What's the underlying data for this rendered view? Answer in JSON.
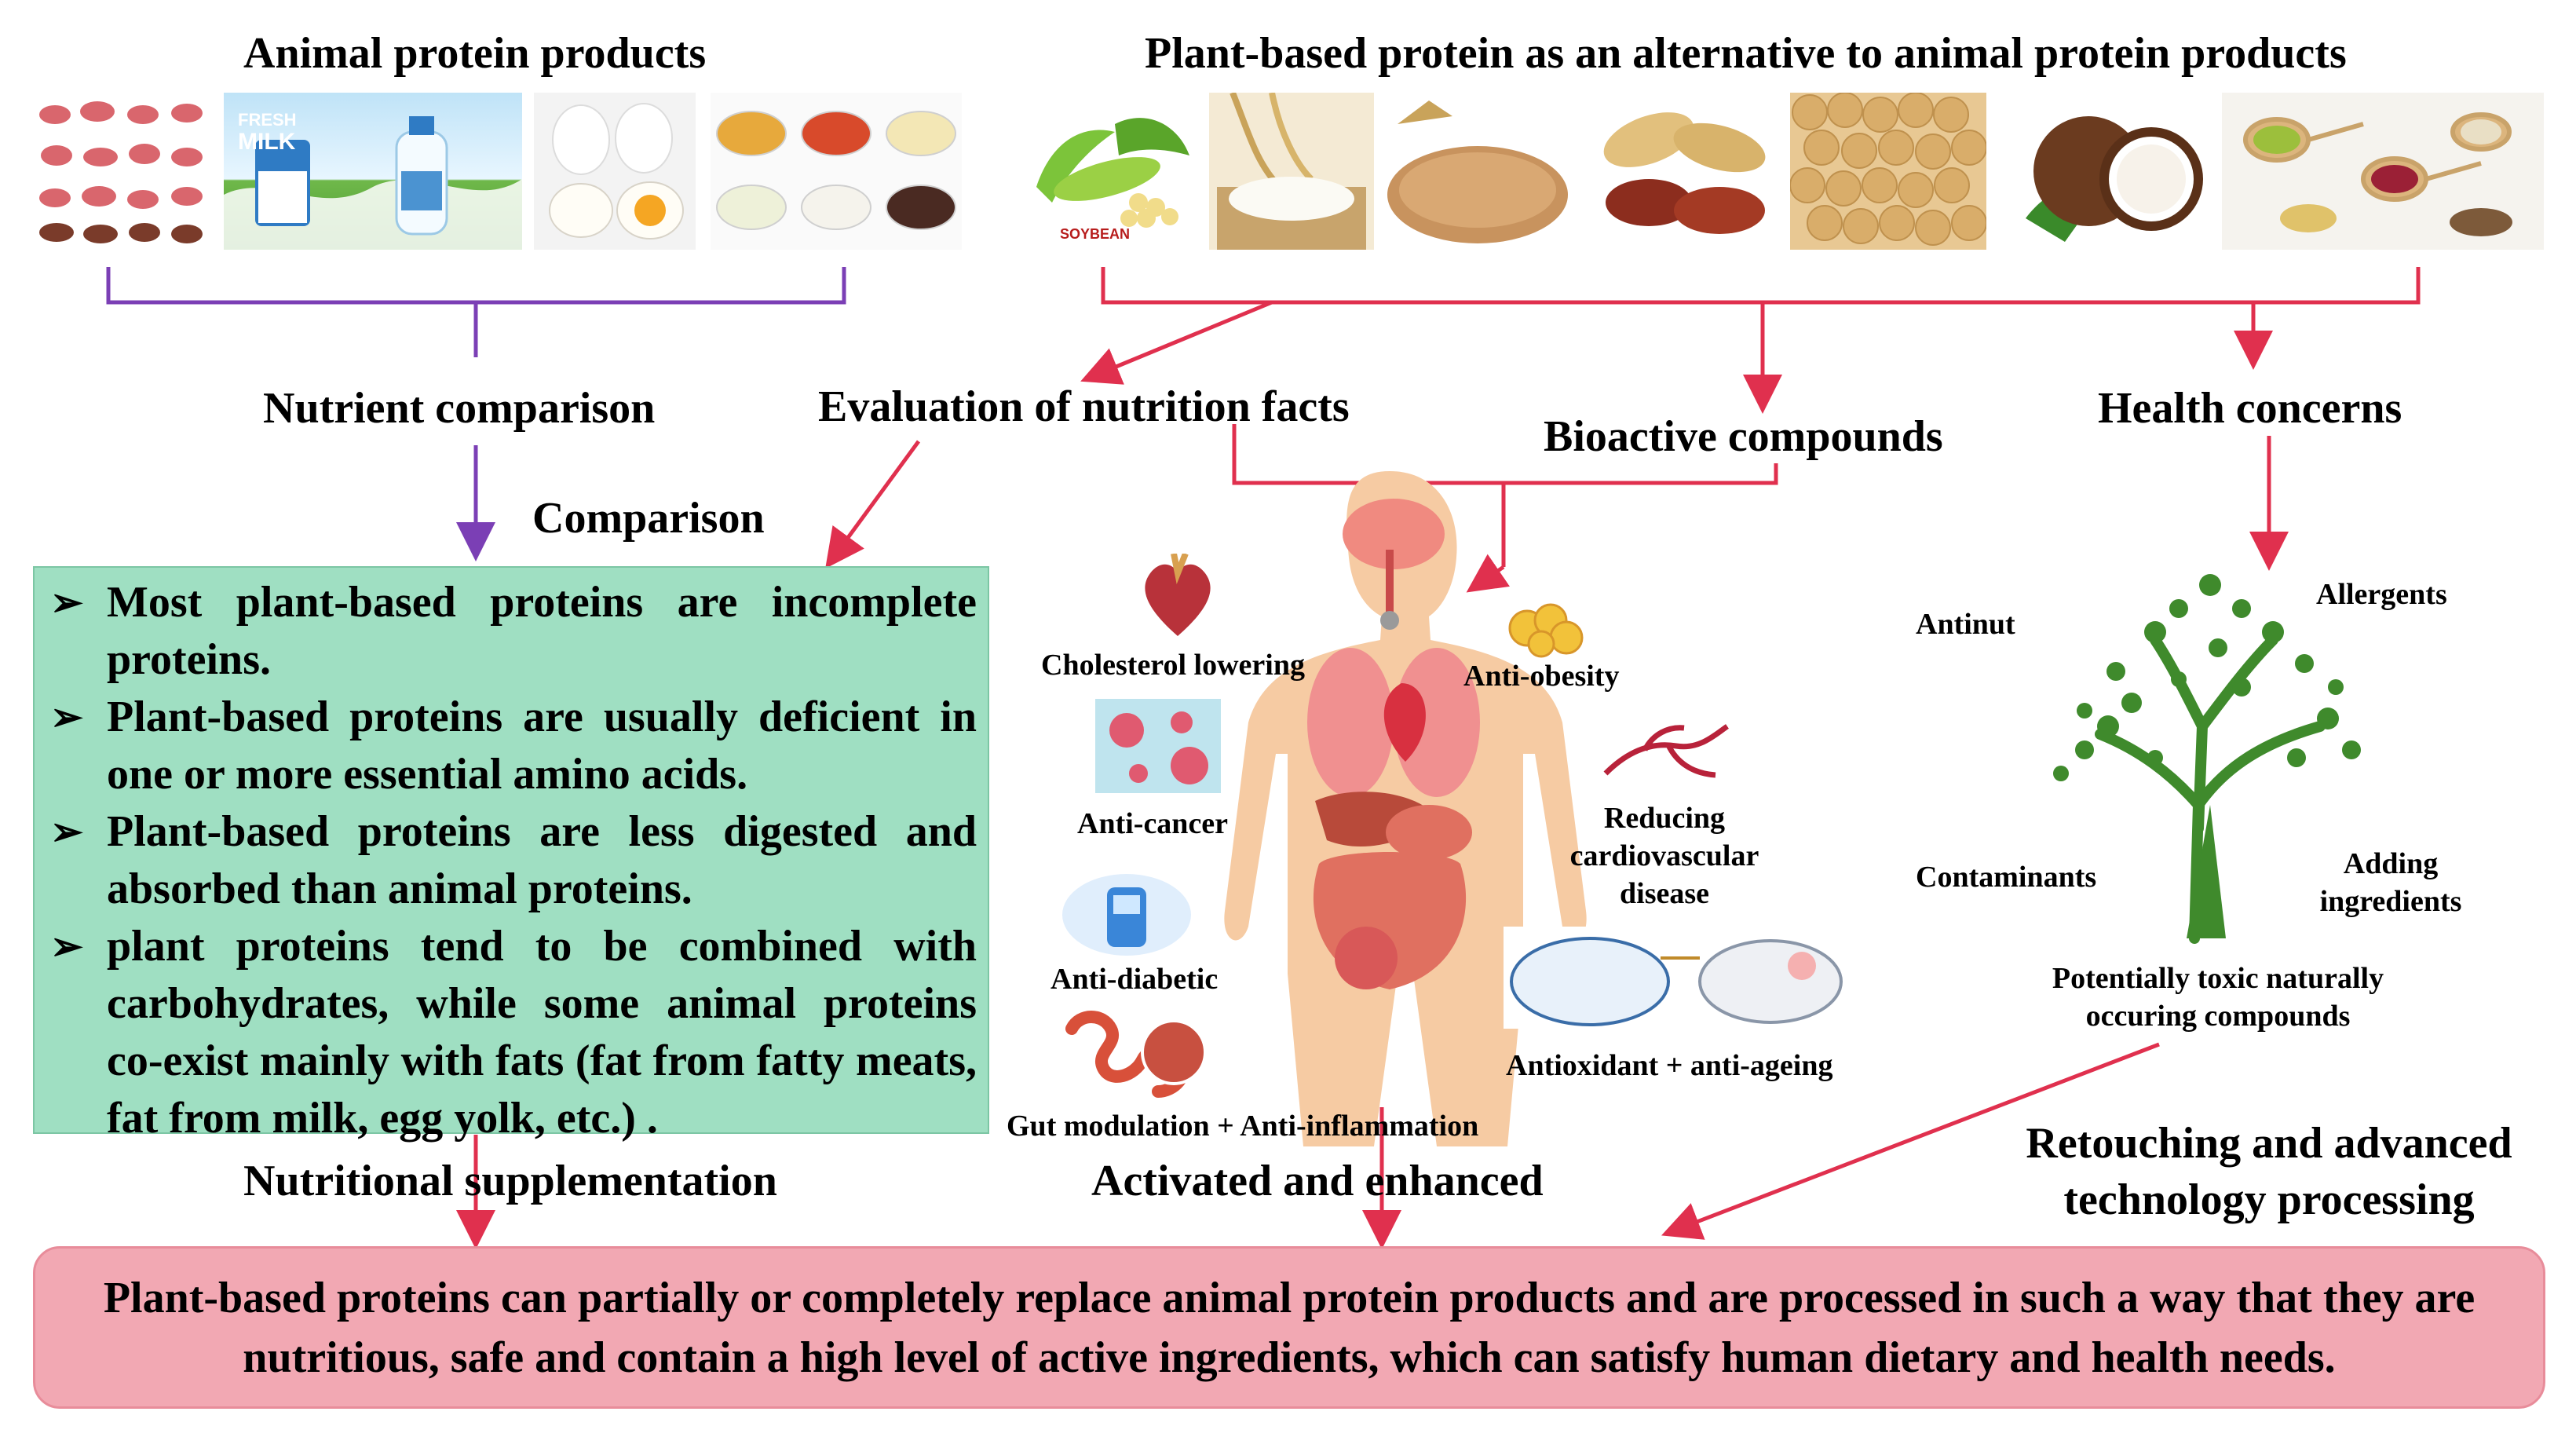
{
  "headings": {
    "animal": "Animal protein products",
    "plant": "Plant-based protein as an alternative to animal protein products"
  },
  "plant_tiles": {
    "soybean_label": "SOYBEAN"
  },
  "milk_tile": {
    "line1": "FRESH",
    "line2": "MILK"
  },
  "flow": {
    "nutrient_comparison": "Nutrient comparison",
    "evaluation": "Evaluation of nutrition facts",
    "bioactive": "Bioactive compounds",
    "health_concerns": "Health concerns",
    "comparison": "Comparison",
    "nutritional_supplementation": "Nutritional supplementation",
    "activated": "Activated and enhanced",
    "retouching": "Retouching and advanced technology processing"
  },
  "comparison_points": [
    "Most plant-based proteins are incomplete proteins.",
    "Plant-based proteins are usually deficient in one or more essential amino acids.",
    "Plant-based proteins are less digested and absorbed than animal proteins.",
    "plant proteins tend to be combined with carbohydrates, while some animal proteins co-exist mainly with fats (fat from fatty meats, fat from milk, egg yolk, etc.) ."
  ],
  "bullet_mark": "➢",
  "bioactivities": {
    "cholesterol": "Cholesterol lowering",
    "anti_obesity": "Anti-obesity",
    "anti_cancer": "Anti-cancer",
    "cardio": "Reducing cardiovascular disease",
    "anti_diabetic": "Anti-diabetic",
    "antioxidant": "Antioxidant + anti-ageing",
    "gut": "Gut modulation + Anti-inflammation"
  },
  "health_tree": {
    "antinut": "Antinut",
    "allergents": "Allergents",
    "contaminants": "Contaminants",
    "adding": "Adding ingredients",
    "toxic": "Potentially toxic naturally occuring compounds"
  },
  "conclusion": "Plant-based proteins can partially or completely replace animal protein products and are processed in such a way that they are nutritious, safe and contain a high level of active ingredients, which can satisfy human dietary and health needs.",
  "colors": {
    "purple": "#7b3fb5",
    "red": "#e0304e",
    "green_box": "#9fdfc2",
    "pink_box": "#f2a8b3",
    "tree": "#3f8a2c",
    "skin": "#f6cba3"
  }
}
